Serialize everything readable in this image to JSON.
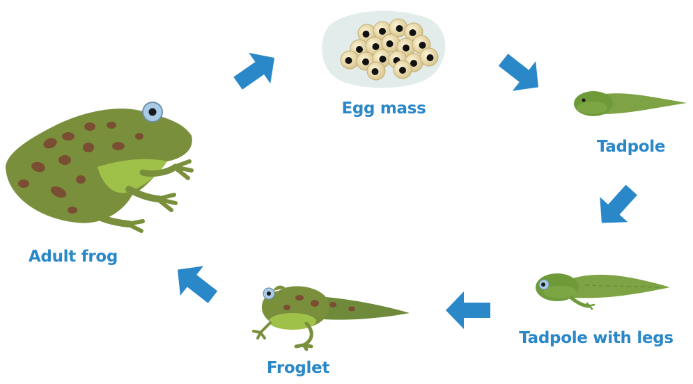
{
  "title": "",
  "colors": {
    "label": "#2a88c8",
    "arrow": "#2a88c8",
    "frog_body": "#7a8f3c",
    "frog_belly": "#9fc14a",
    "spots": "#7a4e33",
    "egg_jelly": "#e8d9a8",
    "egg_mass_bg": "#e2ecea",
    "tadpole_body": "#6e9a3a",
    "eye_blue": "#a9cbe6"
  },
  "stages": [
    {
      "label": "Egg mass",
      "icon": "egg-mass-illustration"
    },
    {
      "label": "Tadpole",
      "icon": "tadpole-illustration"
    },
    {
      "label": "Tadpole with legs",
      "icon": "tadpole-with-legs-illustration"
    },
    {
      "label": "Froglet",
      "icon": "froglet-illustration"
    },
    {
      "label": "Adult frog",
      "icon": "adult-frog-illustration"
    }
  ],
  "arrows": [
    {
      "from": "Adult frog",
      "to": "Egg mass",
      "icon": "arrow-up-right-icon"
    },
    {
      "from": "Egg mass",
      "to": "Tadpole",
      "icon": "arrow-down-right-icon"
    },
    {
      "from": "Tadpole",
      "to": "Tadpole with legs",
      "icon": "arrow-down-left-icon"
    },
    {
      "from": "Tadpole with legs",
      "to": "Froglet",
      "icon": "arrow-left-icon"
    },
    {
      "from": "Froglet",
      "to": "Adult frog",
      "icon": "arrow-up-left-icon"
    }
  ]
}
